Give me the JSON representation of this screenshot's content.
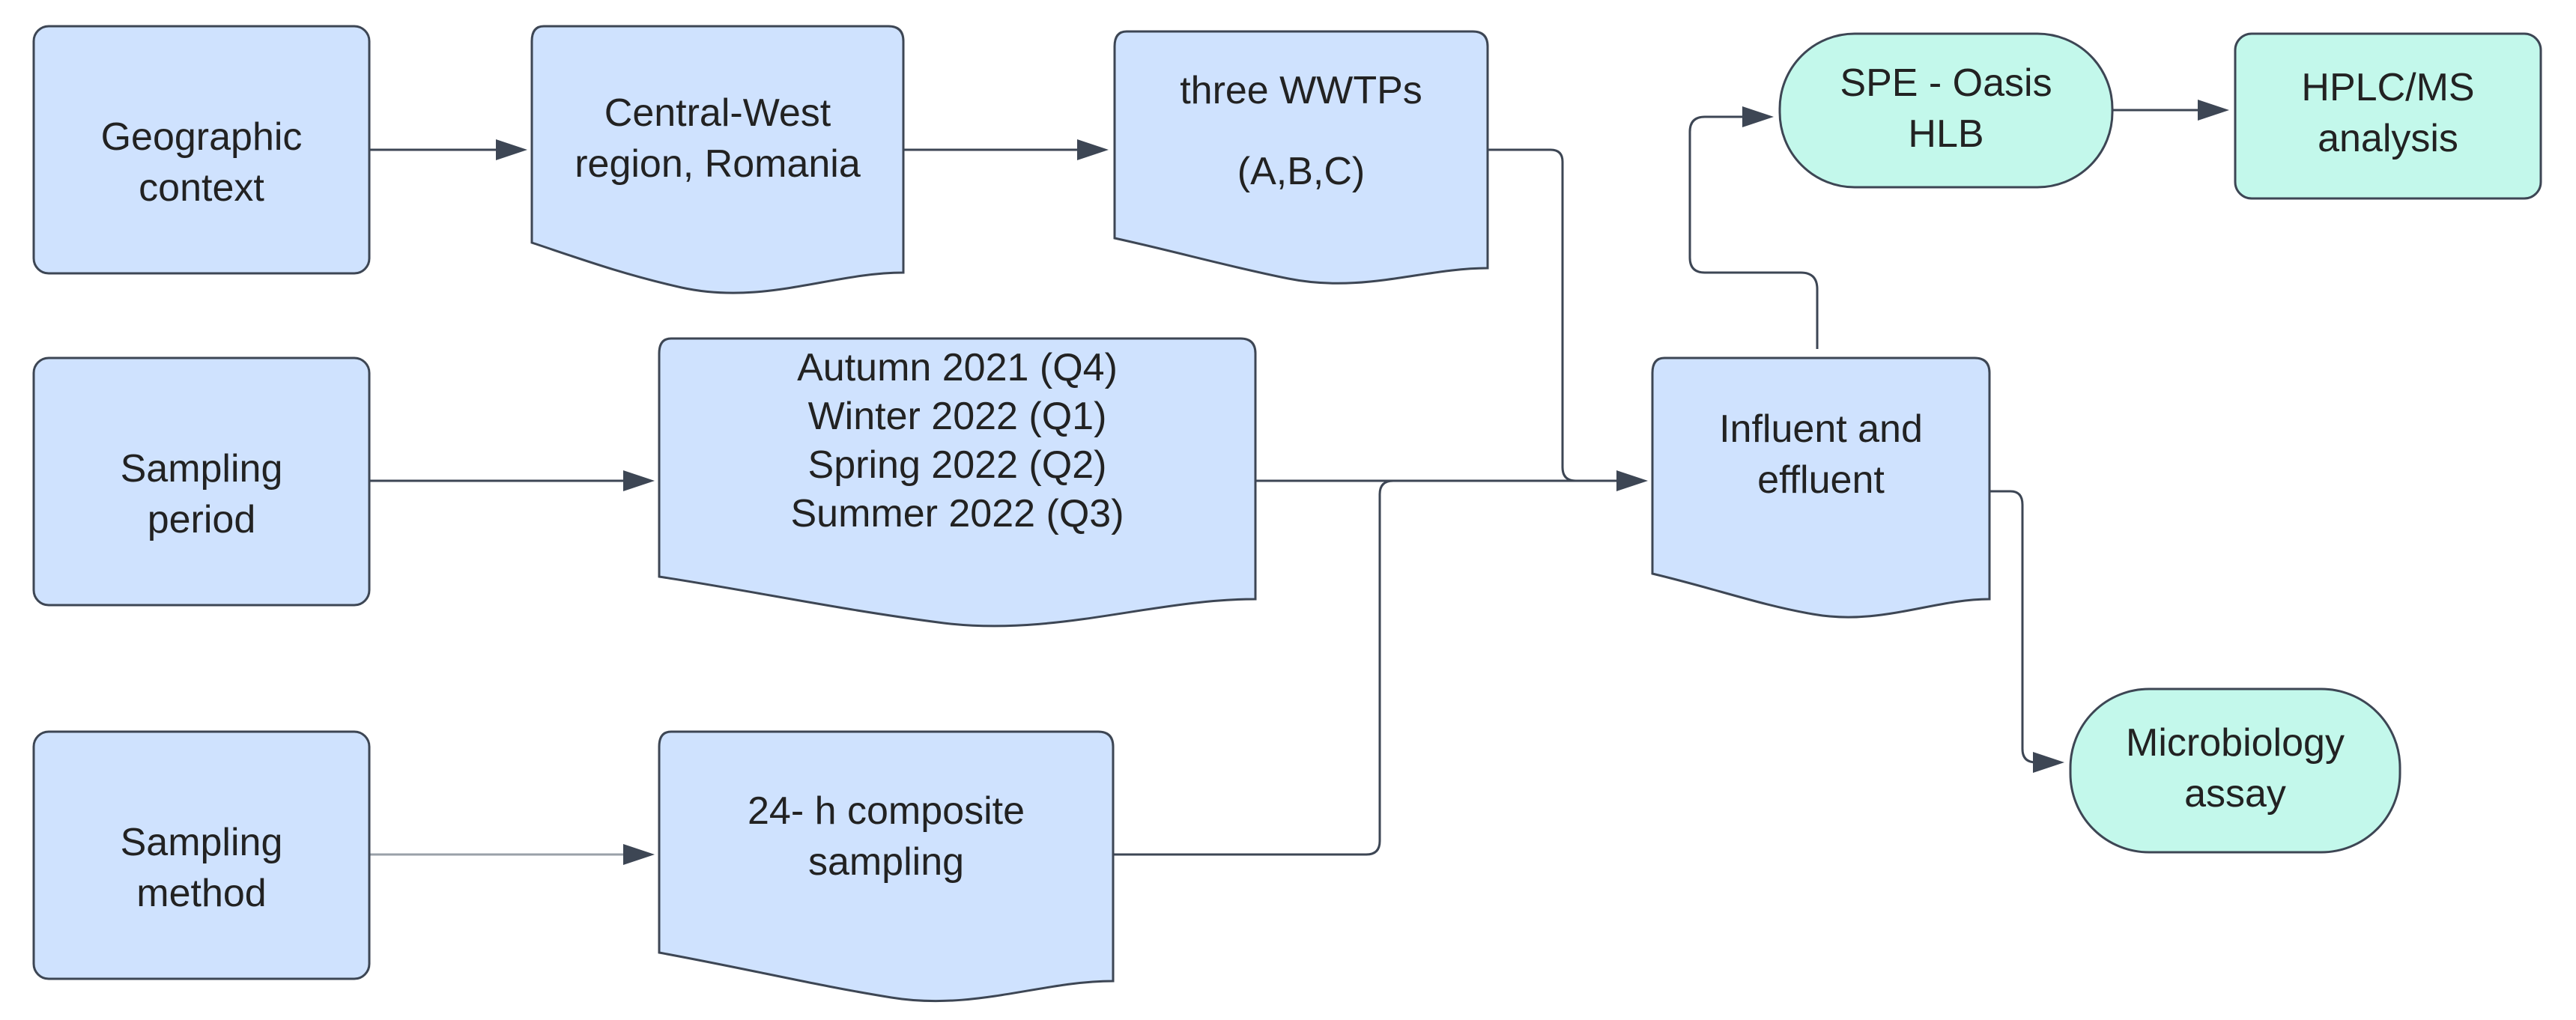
{
  "colors": {
    "box_fill": "#cfe2fe",
    "box_stroke": "#3d4654",
    "teal_fill": "#c3f8eb",
    "teal_stroke": "#3d4654",
    "arrow": "#3d4654",
    "text": "#222222"
  },
  "nodes": {
    "geographic_context": {
      "lines": [
        "Geographic",
        "context"
      ]
    },
    "central_west": {
      "lines": [
        "Central-West",
        "region, Romania"
      ]
    },
    "three_wwtps": {
      "lines": [
        "three WWTPs",
        "(A,B,C)"
      ]
    },
    "sampling_period": {
      "lines": [
        "Sampling",
        "period"
      ]
    },
    "seasons": {
      "lines": [
        "Autumn 2021 (Q4)",
        "Winter 2022 (Q1)",
        "Spring 2022 (Q2)",
        "Summer 2022 (Q3)"
      ]
    },
    "sampling_method": {
      "lines": [
        "Sampling",
        "method"
      ]
    },
    "composite_sampling": {
      "lines": [
        "24- h composite",
        "sampling"
      ]
    },
    "influent_effluent": {
      "lines": [
        "Influent and",
        "effluent"
      ]
    },
    "spe_oasis": {
      "lines": [
        "SPE - Oasis",
        "HLB"
      ]
    },
    "hplc_ms": {
      "lines": [
        "HPLC/MS",
        "analysis"
      ]
    },
    "microbiology": {
      "lines": [
        "Microbiology",
        "assay"
      ]
    }
  }
}
